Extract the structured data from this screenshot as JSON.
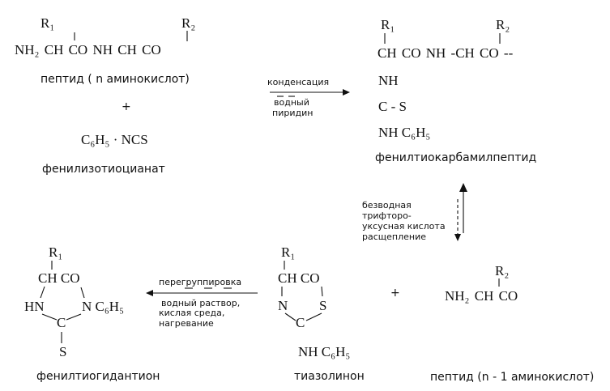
{
  "reactant": {
    "r1": "R₁",
    "r2": "R₂",
    "chain": "NH₂  CH  CO  NH  CH  CO",
    "name": "пептид ( n аминокислот)"
  },
  "plus_1": "+",
  "reagent": {
    "formula": "C₆H₅ · NCS",
    "name": "фенилизотиоцианат"
  },
  "step1": {
    "line1": "конденсация",
    "line2": "водный",
    "line3": "пиридин"
  },
  "ptc": {
    "r1": "R₁",
    "r2": "R₂",
    "chain": "CH  CO  NH -CH  CO --",
    "nh": "NH",
    "cs": "C - S",
    "nhph": "NH  C₆H₅",
    "name": "фенилтиокарбамилпептид"
  },
  "step2": {
    "line1": "безводная",
    "line2": "трифторо-",
    "line3": "уксусная кислота",
    "line4": "расщепление"
  },
  "pth": {
    "r1": "R₁",
    "row1": "CH   CO",
    "hn": "HN",
    "n": "N   C₆H₅",
    "c": "C",
    "s": "S",
    "name": "фенилтиогидантион"
  },
  "step3": {
    "line1": "перегруппировка",
    "line2": "водный раствор,",
    "line3": "кислая среда,",
    "line4": "нагревание"
  },
  "thiazolinone": {
    "r1": "R₁",
    "row1": "CH   CO",
    "n": "N",
    "s": "S",
    "c": "C",
    "nhph": "NH  C₆H₅",
    "name": "тиазолинон"
  },
  "plus_2": "+",
  "peptide_short": {
    "r2": "R₂",
    "chain": "NH₂  CH  CO",
    "name": "пептид (n - 1 аминокислот)"
  },
  "colors": {
    "ink": "#111111",
    "background": "#ffffff"
  }
}
